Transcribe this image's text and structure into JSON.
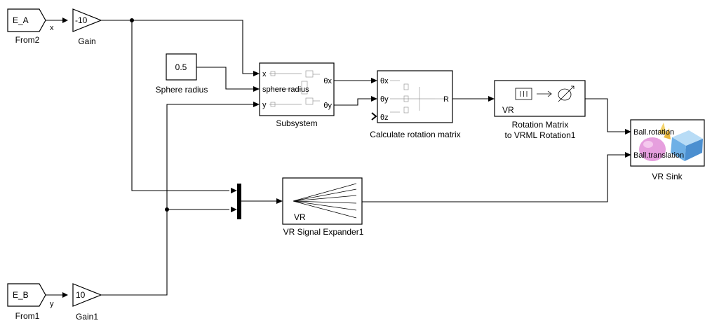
{
  "blocks": {
    "from2": {
      "tag": "E_A",
      "label": "From2"
    },
    "gain": {
      "value": "-10",
      "label": "Gain"
    },
    "sphere_radius": {
      "value": "0.5",
      "label": "Sphere radius"
    },
    "subsystem": {
      "label": "Subsystem",
      "in_ports": [
        "x",
        "sphere radius",
        "y"
      ],
      "out_ports": [
        "θx",
        "θy"
      ]
    },
    "rotation_matrix": {
      "label": "Calculate rotation matrix",
      "in_ports": [
        "θx",
        "θy",
        "θz"
      ],
      "out_port": "R"
    },
    "vrml_rotation": {
      "label_line1": "Rotation Matrix",
      "label_line2": "to VRML Rotation1",
      "inner_text": "VR"
    },
    "vr_sink": {
      "label": "VR Sink",
      "in_ports": [
        "Ball.rotation",
        "Ball.translation"
      ]
    },
    "vr_expander": {
      "label": "VR Signal Expander1",
      "inner_text": "VR"
    },
    "from1": {
      "tag": "E_B",
      "label": "From1"
    },
    "gain1": {
      "value": "10",
      "label": "Gain1"
    }
  },
  "signals": {
    "x_label": "x",
    "y_label": "y"
  }
}
